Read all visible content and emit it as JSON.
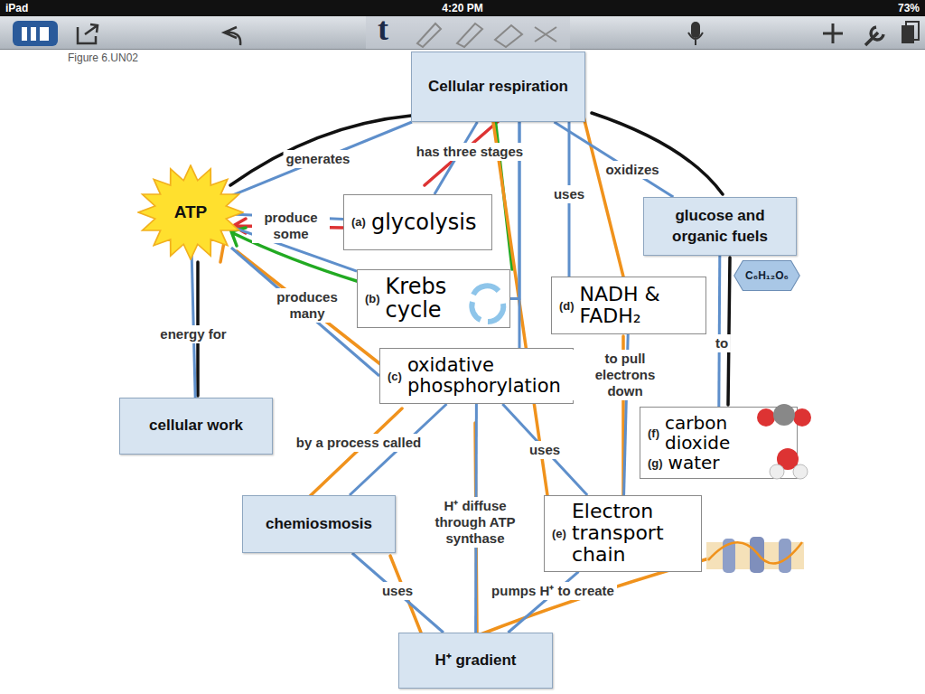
{
  "diagram": {
    "nodes": [
      {
        "text": [
          "Cellular respiration"
        ]
      },
      {
        "text": [
          "ATP"
        ]
      },
      {
        "text": [
          "(a)",
          "glycolysis"
        ]
      },
      {
        "text": [
          "(b)",
          "Krebs cycle"
        ]
      },
      {
        "text": [
          "(c)",
          "oxidative phosphorylation"
        ]
      },
      {
        "text": [
          "(d)",
          "NADH & FADH₂"
        ]
      },
      {
        "text": [
          "glucose and organic fuels"
        ]
      },
      {
        "text": [
          "C₆H₁₂O₆"
        ]
      },
      {
        "text": [
          "(f)",
          "carbon dioxide",
          "(g)",
          "water"
        ]
      },
      {
        "text": [
          "cellular work"
        ]
      },
      {
        "text": [
          "chemiosmosis"
        ]
      },
      {
        "text": [
          "(e)",
          "Electron transport chain"
        ]
      },
      {
        "text": [
          "H⁺ gradient"
        ]
      }
    ],
    "edges": [
      {
        "from": 0,
        "to": 1,
        "label": "generates",
        "arrow": "none"
      },
      {
        "from": 0,
        "to": 2,
        "label": "has three stages",
        "arrow": "none"
      },
      {
        "from": 0,
        "to": 3,
        "arrow": "none"
      },
      {
        "from": 0,
        "to": 4,
        "arrow": "none"
      },
      {
        "from": 0,
        "to": 6,
        "label": "oxidizes",
        "arrow": "none"
      },
      {
        "from": 0,
        "to": 5,
        "label": "uses",
        "arrow": "none"
      },
      {
        "from": 2,
        "to": 1,
        "label": "produce some",
        "arrow": "none"
      },
      {
        "from": 3,
        "to": 1,
        "arrow": "none"
      },
      {
        "from": 4,
        "to": 1,
        "label": "produces many",
        "arrow": "none"
      },
      {
        "from": 1,
        "to": 9,
        "label": "energy for",
        "arrow": "none"
      },
      {
        "from": 4,
        "to": 10,
        "label": "by a process called",
        "arrow": "none"
      },
      {
        "from": 5,
        "to": 11,
        "label": "to pull electrons down",
        "arrow": "none"
      },
      {
        "from": 6,
        "to": 8,
        "label": "to",
        "arrow": "none"
      },
      {
        "from": 4,
        "to": 11,
        "label": "uses",
        "arrow": "none"
      },
      {
        "from": 10,
        "to": 12,
        "label": "uses",
        "arrow": "none"
      },
      {
        "from": 12,
        "to": 4,
        "label": "H⁺ diffuse through ATP synthase",
        "arrow": "none"
      },
      {
        "from": 11,
        "to": 12,
        "label": "pumps H⁺ to create",
        "arrow": "none"
      }
    ],
    "labels": [
      "iPad",
      "4:20 PM",
      "73%",
      "t",
      "Figure 6.UN02"
    ]
  }
}
